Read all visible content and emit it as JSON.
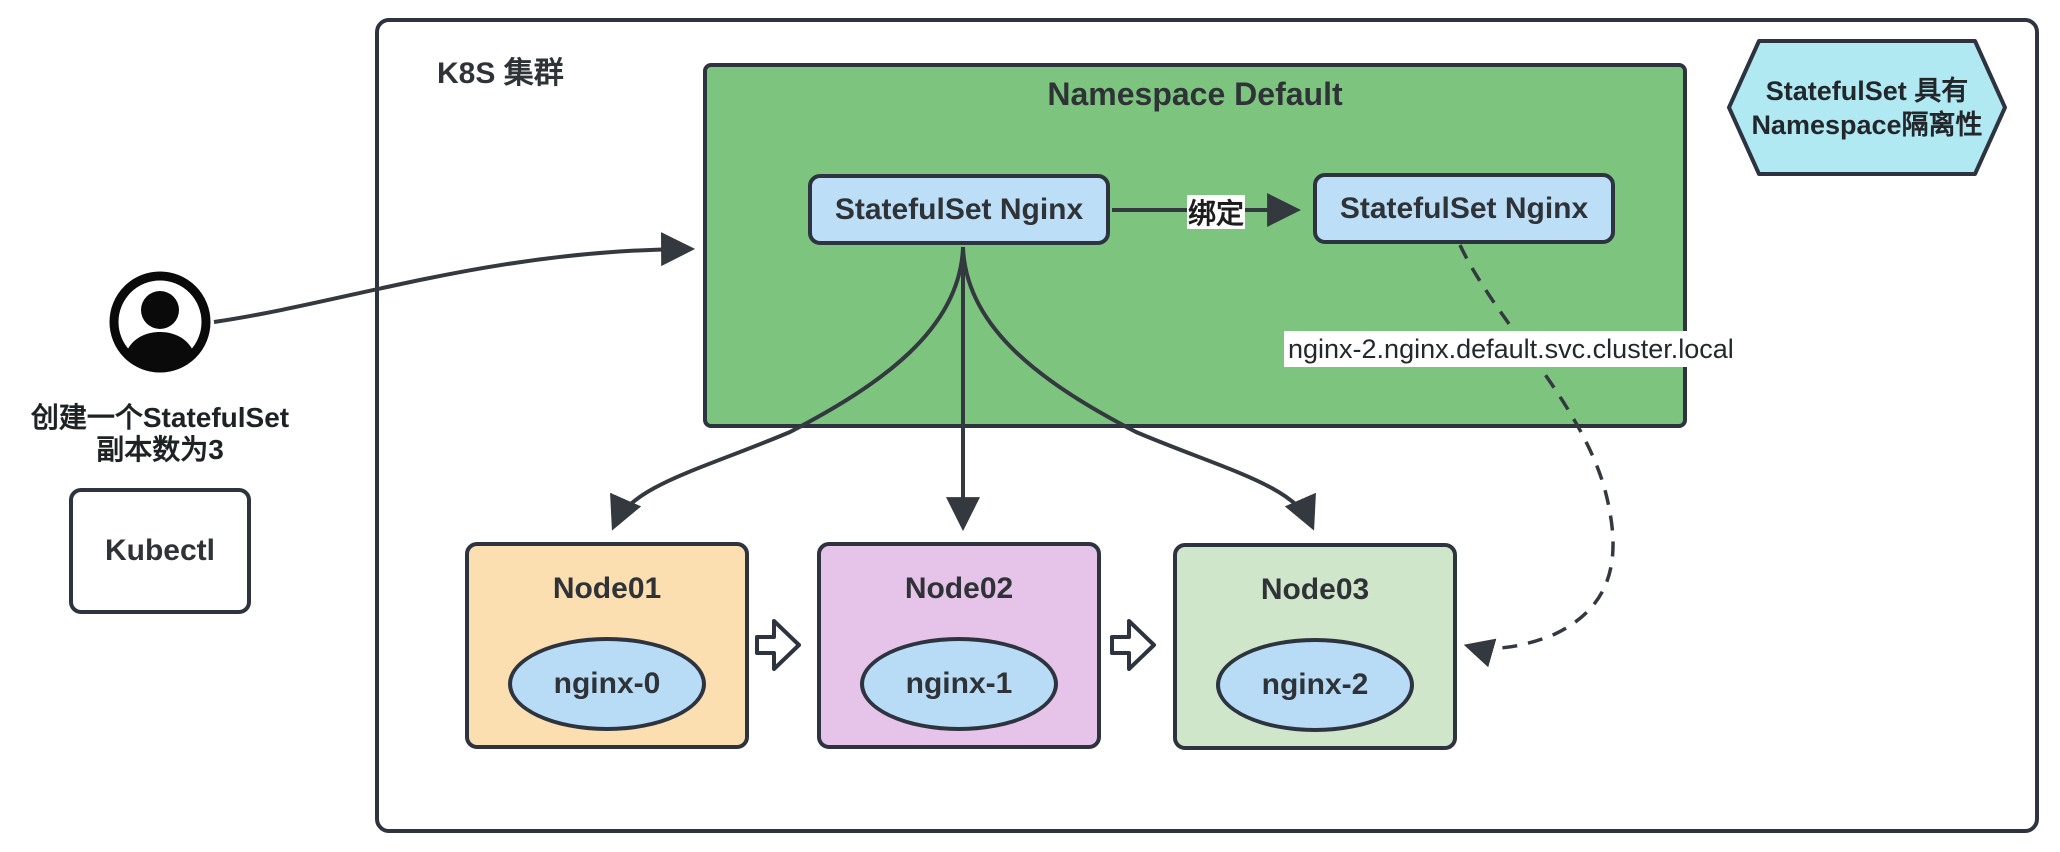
{
  "cluster": {
    "label": "K8S 集群"
  },
  "namespace": {
    "title": "Namespace Default"
  },
  "statefulset_left": {
    "label": "StatefulSet Nginx"
  },
  "statefulset_right": {
    "label": "StatefulSet Nginx"
  },
  "edge_labels": {
    "bind": "绑定"
  },
  "dns_label": {
    "text": "nginx-2.nginx.default.svc.cluster.local"
  },
  "hexagon": {
    "line1": "StatefulSet 具有",
    "line2": "Namespace隔离性"
  },
  "actor": {
    "caption_line1": "创建一个StatefulSet",
    "caption_line2": "副本数为3"
  },
  "kubectl": {
    "label": "Kubectl"
  },
  "nodes": [
    {
      "name": "Node01",
      "pod": "nginx-0"
    },
    {
      "name": "Node02",
      "pod": "nginx-1"
    },
    {
      "name": "Node03",
      "pod": "nginx-2"
    }
  ],
  "colors": {
    "namespace_fill": "#7dc57f",
    "statefulset_fill": "#bcdef6",
    "node01_fill": "#fbdfb0",
    "node02_fill": "#e6c3e8",
    "node03_fill": "#d0e6cb",
    "pod_fill": "#b8dcf6",
    "hexagon_fill": "#b0e9f2",
    "border": "#2d3440",
    "arrow": "#33393f"
  }
}
